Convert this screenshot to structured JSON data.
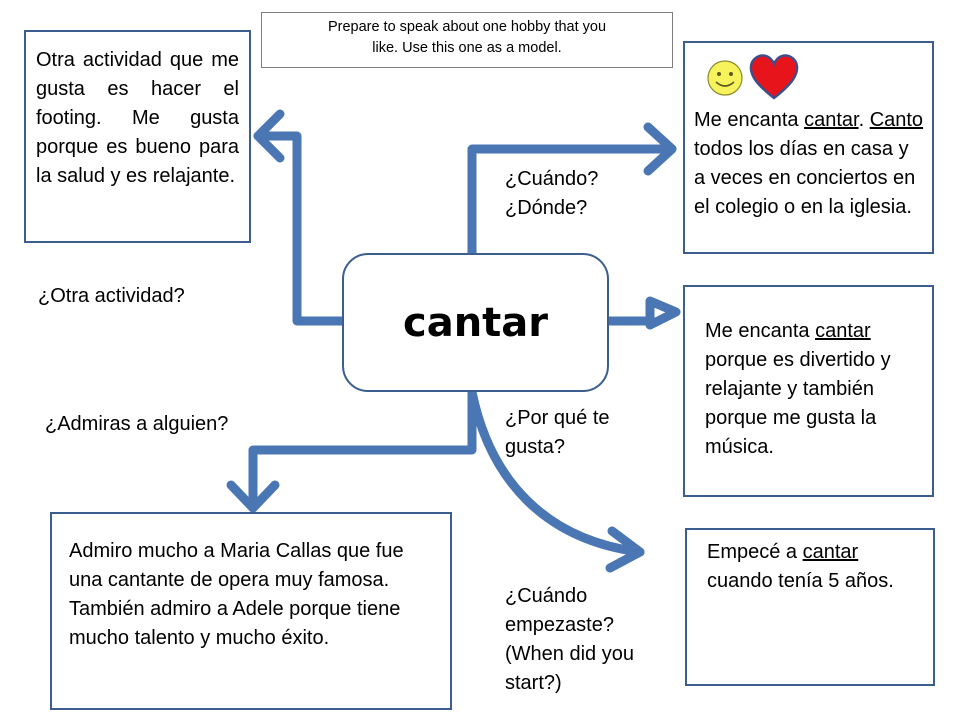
{
  "instructions": {
    "line1": "Prepare to speak about one hobby that you",
    "line2": "like.  Use this one as a model."
  },
  "center": {
    "word": "cantar"
  },
  "questions": {
    "cuando_line1": "¿Cuándo?",
    "cuando_line2": "¿Dónde?",
    "otra": "¿Otra actividad?",
    "porque_line1": "¿Por qué te",
    "porque_line2": "gusta?",
    "admiras": "¿Admiras a alguien?",
    "empezaste_lines": [
      "¿Cuándo",
      "empezaste?",
      "(When did you",
      "start?)"
    ]
  },
  "boxes": {
    "otra_actividad": "Otra actividad que me gusta es hacer el footing.  Me gusta porque es bueno para la salud y es relajante.",
    "cuando_donde": {
      "p1": "Me encanta ",
      "u1": "cantar",
      "p2": ". ",
      "u2": "Canto",
      "p3": " todos los días en casa y a veces en conciertos en el colegio o en la iglesia."
    },
    "por_que": {
      "p1": "Me encanta ",
      "u1": "cantar",
      "p2": " porque es divertido y relajante y también porque me gusta la música."
    },
    "admiras": "Admiro mucho a Maria Callas que fue una cantante de opera muy famosa.  También admiro a Adele porque tiene mucho talento y mucho éxito.",
    "empezaste": {
      "p1": "Empecé a ",
      "u1": "cantar",
      "p2": " cuando tenía 5 años."
    }
  },
  "colors": {
    "arrow": "#4a76b4",
    "box_border": "#3b5e8f",
    "smiley_fill": "#f7f35c",
    "heart_fill": "#e8141b"
  },
  "icons": [
    "smiley-icon",
    "heart-icon"
  ]
}
